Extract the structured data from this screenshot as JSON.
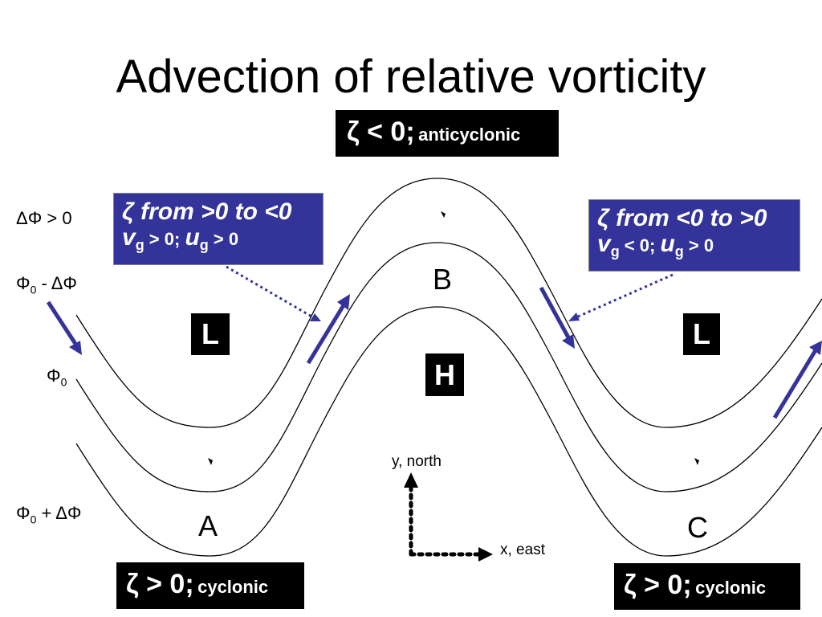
{
  "title": "Advection of relative vorticity",
  "top_box": {
    "symbol": "ζ < 0;",
    "text": "anticyclonic"
  },
  "bottom_left_box": {
    "symbol": "ζ > 0;",
    "text": "cyclonic"
  },
  "bottom_right_box": {
    "symbol": "ζ > 0;",
    "text": "cyclonic"
  },
  "left_note": {
    "heading": "ζ from >0 to <0",
    "v": "v",
    "v_sub": "g",
    "v_rel": " > 0; ",
    "u": "u",
    "u_sub": "g",
    "u_rel": " > 0"
  },
  "right_note": {
    "heading": "ζ from <0 to >0",
    "v": "v",
    "v_sub": "g",
    "v_rel": " < 0; ",
    "u": "u",
    "u_sub": "g",
    "u_rel": " > 0"
  },
  "contour_labels": {
    "delta_phi": "ΔΦ > 0",
    "upper": {
      "phi": "Φ",
      "sub": "0",
      "rest": " - ΔΦ"
    },
    "middle": {
      "phi": "Φ",
      "sub": "0"
    },
    "lower": {
      "phi": "Φ",
      "sub": "0",
      "rest": " + ΔΦ"
    }
  },
  "systems": {
    "low_left": "L",
    "high": "H",
    "low_right": "L"
  },
  "points": {
    "a": "A",
    "b": "B",
    "c": "C"
  },
  "axes": {
    "y": "y, north",
    "x": "x, east"
  },
  "colors": {
    "arrow": "#33339a",
    "note_box": "#33339a",
    "label_box": "#000000"
  }
}
